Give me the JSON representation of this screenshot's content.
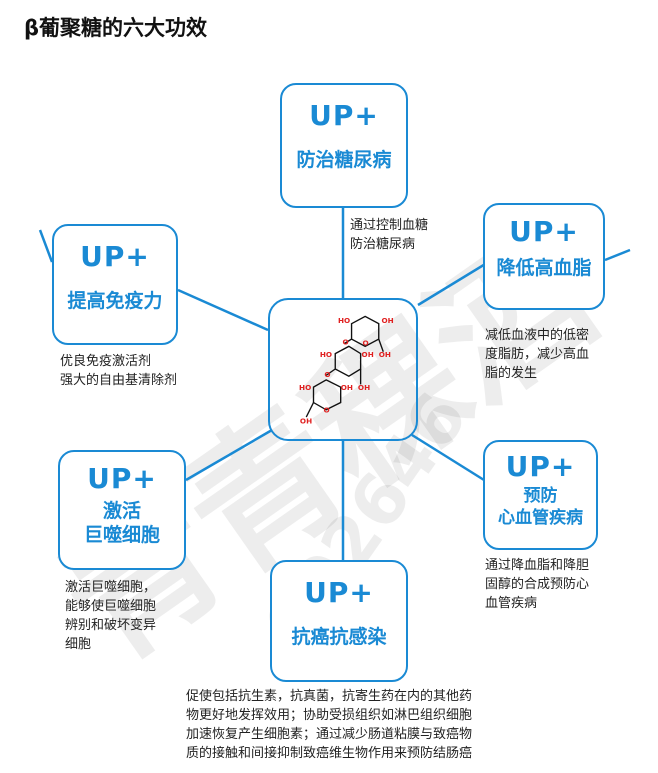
{
  "title": "β葡聚糖的六大功效",
  "accent_color": "#1a8ad4",
  "watermark": {
    "brand": "青青稞酒",
    "code": "002646"
  },
  "molecule": {
    "atom_labels": [
      "HO",
      "OH",
      "O",
      "OH",
      "HO",
      "OH",
      "O",
      "O",
      "OH",
      "HO",
      "O",
      "OH",
      "OH"
    ]
  },
  "benefits": [
    {
      "badge": "UP+",
      "label": "防治糖尿病",
      "desc": [
        "通过控制血糖",
        "防治糖尿病"
      ]
    },
    {
      "badge": "UP+",
      "label": "降低高血脂",
      "desc": [
        "减低血液中的低密",
        "度脂肪，减少高血",
        "脂的发生"
      ]
    },
    {
      "badge": "UP+",
      "label": "提高免疫力",
      "desc": [
        "优良免疫激活剂",
        "强大的自由基清除剂"
      ]
    },
    {
      "badge": "UP+",
      "label": [
        "激活",
        "巨噬细胞"
      ],
      "desc": [
        "激活巨噬细胞，",
        "能够使巨噬细胞",
        "辨别和破坏变异",
        "细胞"
      ]
    },
    {
      "badge": "UP+",
      "label": [
        "预防",
        "心血管疾病"
      ],
      "desc": [
        "通过降血脂和降胆",
        "固醇的合成预防心",
        "血管疾病"
      ]
    },
    {
      "badge": "UP+",
      "label": "抗癌抗感染",
      "desc": [
        "促使包括抗生素，抗真菌，抗寄生药在内的其他药",
        "物更好地发挥效用；协助受损组织如淋巴组织细胞",
        "加速恢复产生细胞素；通过减少肠道粘膜与致癌物",
        "质的接触和间接抑制致癌维生物作用来预防结肠癌"
      ]
    }
  ]
}
